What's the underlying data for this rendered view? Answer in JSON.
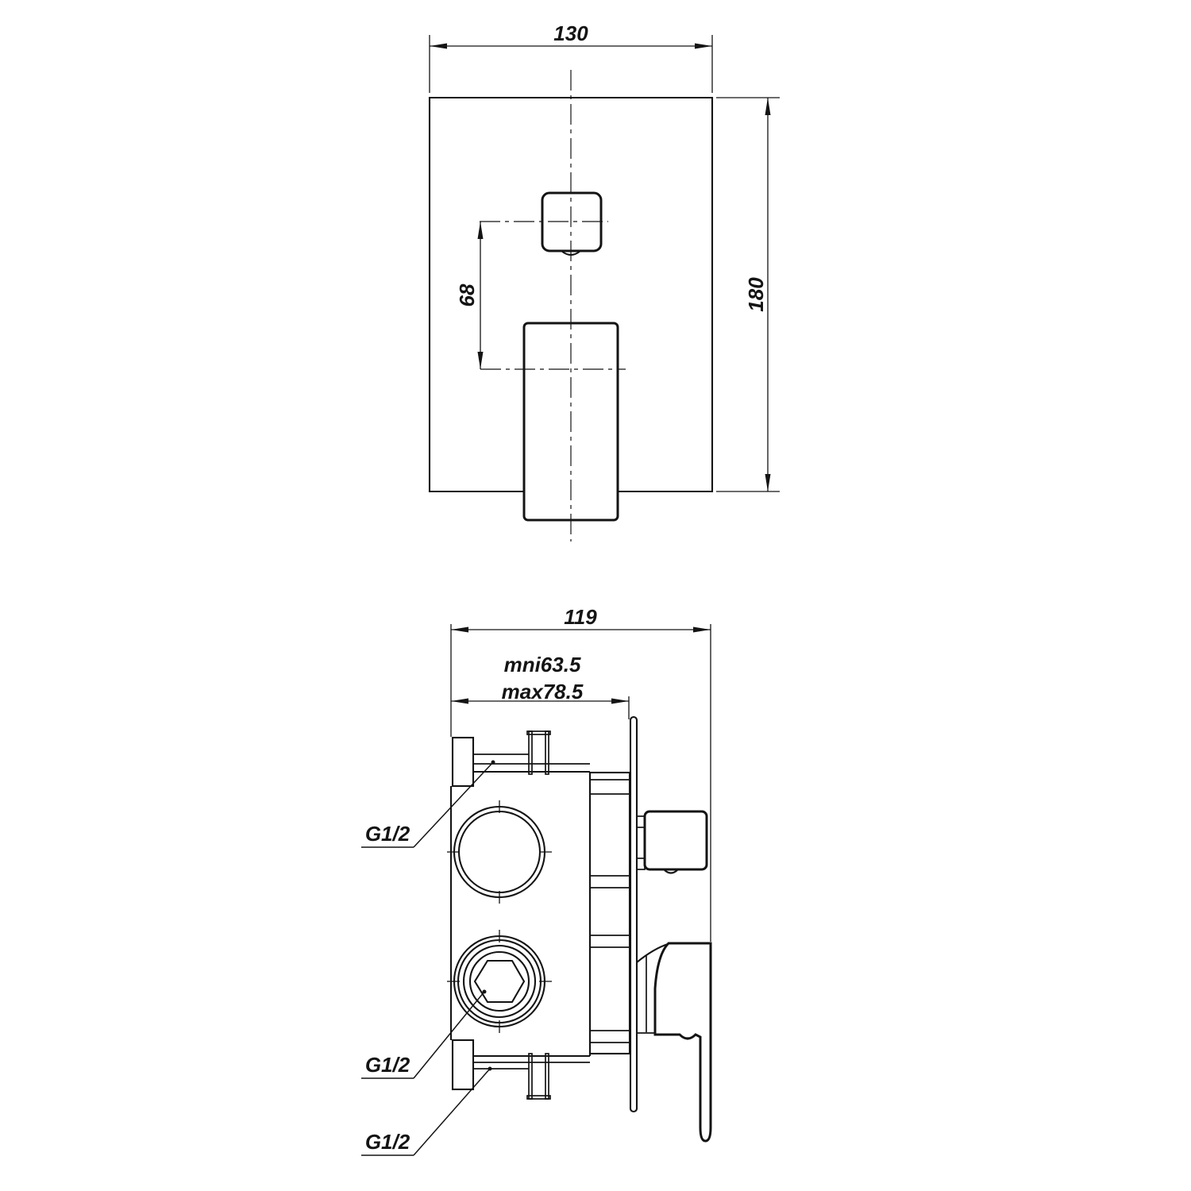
{
  "colors": {
    "background": "#ffffff",
    "line": "#141414"
  },
  "drawing": {
    "front_view": {
      "width_dim": "130",
      "height_dim": "180",
      "knob_offset_dim": "68"
    },
    "side_view": {
      "depth_dim": "119",
      "min_depth_dim": "mni63.5",
      "max_depth_dim": "max78.5",
      "port_top": "G1/2",
      "port_mid": "G1/2",
      "port_bottom": "G1/2"
    }
  }
}
